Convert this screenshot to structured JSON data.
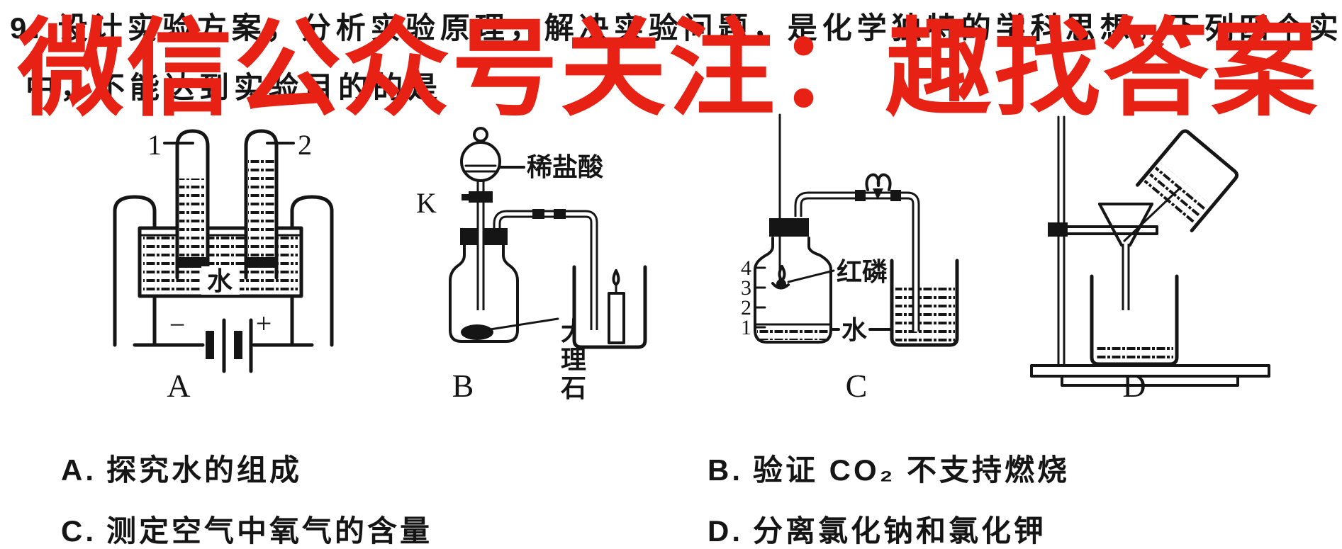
{
  "colors": {
    "watermark_red": "#e72114",
    "ink": "#151515"
  },
  "question": {
    "line1": "9. 设计实验方案，分析实验原理，解决实验问题，是化学独特的学科思想。下列四个实验",
    "line2": "中，不能达到实验目的的是"
  },
  "watermark": {
    "text": "微信公众号关注：趣找答案"
  },
  "figures": {
    "a": {
      "letter": "A",
      "tube1": "1",
      "tube2": "2",
      "water": "水",
      "minus": "−",
      "plus": "+"
    },
    "b": {
      "letter": "B",
      "valve": "K",
      "acid": "稀盐酸",
      "marble": [
        "大",
        "理",
        "石"
      ]
    },
    "c": {
      "letter": "C",
      "scale": [
        "4",
        "3",
        "2",
        "1"
      ],
      "phosphorus": "红磷",
      "water": "水"
    },
    "d": {
      "letter": "D"
    }
  },
  "options": {
    "a": {
      "label": "A.",
      "text": "探究水的组成"
    },
    "b": {
      "label": "B.",
      "text": "验证 CO₂ 不支持燃烧"
    },
    "c": {
      "label": "C.",
      "text": "测定空气中氧气的含量"
    },
    "d": {
      "label": "D.",
      "text": "分离氯化钠和氯化钾"
    }
  }
}
